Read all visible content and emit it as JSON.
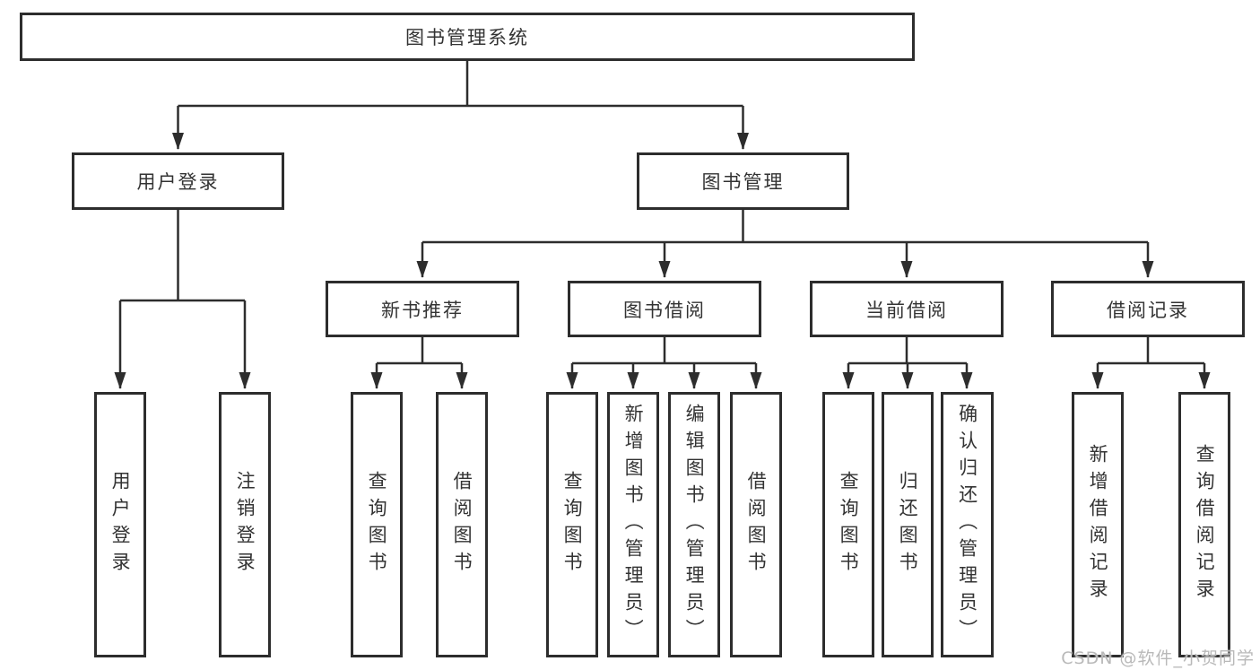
{
  "diagram_title": "图书管理系统",
  "nodes": {
    "root": "图书管理系统",
    "user_login_branch": "用户登录",
    "book_mgmt_branch": "图书管理",
    "new_books_branch": "新书推荐",
    "book_borrow_branch": "图书借阅",
    "current_borrow_branch": "当前借阅",
    "borrow_records_branch": "借阅记录",
    "leaf_user_login": "用户登录",
    "leaf_logout": "注销登录",
    "leaf_nb_query_books": "查询图书",
    "leaf_nb_borrow_books": "借阅图书",
    "leaf_bb_query_books": "查询图书",
    "leaf_bb_add_books": "新增图书（管理员）",
    "leaf_bb_edit_books": "编辑图书（管理员）",
    "leaf_bb_borrow_books": "借阅图书",
    "leaf_cb_query_books": "查询图书",
    "leaf_cb_return_books": "归还图书",
    "leaf_cb_confirm_return": "确认归还（管理员）",
    "leaf_br_add_record": "新增借阅记录",
    "leaf_br_query_record": "查询借阅记录"
  },
  "colors": {
    "line": "#2d2d2d",
    "border": "#2d2d2d",
    "text": "#333333",
    "watermark": "#b9b9b9",
    "background": "#ffffff"
  },
  "watermark": "CSDN @软件_小贺同学"
}
